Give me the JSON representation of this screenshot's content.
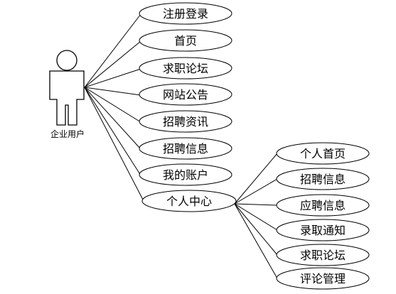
{
  "actor": {
    "label": "企业用户"
  },
  "use_cases": [
    {
      "label": "注册登录"
    },
    {
      "label": "首页"
    },
    {
      "label": "求职论坛"
    },
    {
      "label": "网站公告"
    },
    {
      "label": "招聘资讯"
    },
    {
      "label": "招聘信息"
    },
    {
      "label": "我的账户"
    },
    {
      "label": "个人中心"
    }
  ],
  "sub_use_cases": [
    {
      "label": "个人首页"
    },
    {
      "label": "招聘信息"
    },
    {
      "label": "应聘信息"
    },
    {
      "label": "录取通知"
    },
    {
      "label": "求职论坛"
    },
    {
      "label": "评论管理"
    }
  ]
}
